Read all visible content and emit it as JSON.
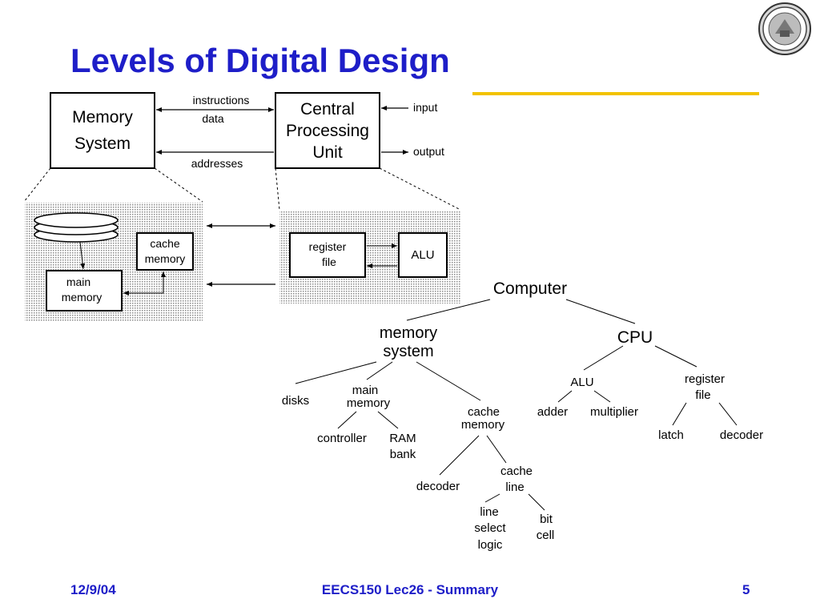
{
  "slide": {
    "title": "Levels of Digital Design",
    "footer_left": "12/9/04",
    "footer_center": "EECS150 Lec26 - Summary",
    "footer_right": "5",
    "accent_color": "#1e1ec8",
    "rule_color": "#f2c200",
    "logo": "university-seal"
  },
  "block_diagram": {
    "memory_box": [
      "Memory",
      "System"
    ],
    "cpu_box": [
      "Central",
      "Processing",
      "Unit"
    ],
    "bus_instructions": "instructions",
    "bus_data": "data",
    "bus_addresses": "addresses",
    "input": "input",
    "output": "output",
    "cache_memory": [
      "cache",
      "memory"
    ],
    "main_memory": [
      "main",
      "memory"
    ],
    "register_file": [
      "register",
      "file"
    ],
    "alu": "ALU"
  },
  "tree": {
    "computer": "Computer",
    "memory_system": [
      "memory",
      "system"
    ],
    "cpu": "CPU",
    "disks": "disks",
    "main_memory": [
      "main",
      "memory"
    ],
    "cache_memory": [
      "cache",
      "memory"
    ],
    "controller": "controller",
    "ram_bank": [
      "RAM",
      "bank"
    ],
    "decoder_cache": "decoder",
    "cache_line": [
      "cache",
      "line"
    ],
    "line_select_logic": [
      "line",
      "select",
      "logic"
    ],
    "bit_cell": [
      "bit",
      "cell"
    ],
    "alu": "ALU",
    "register_file": [
      "register",
      "file"
    ],
    "adder": "adder",
    "multiplier": "multiplier",
    "latch": "latch",
    "decoder_reg": "decoder"
  }
}
